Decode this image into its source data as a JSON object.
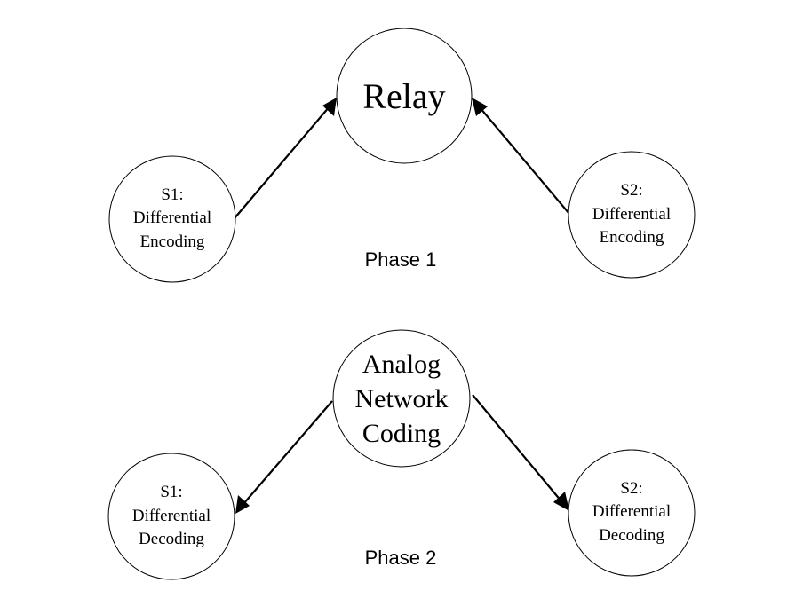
{
  "phase1": {
    "relay": {
      "label": "Relay"
    },
    "s1": {
      "lines": [
        "S1:",
        "Differential",
        "Encoding"
      ]
    },
    "s2": {
      "lines": [
        "S2:",
        "Differential",
        "Encoding"
      ]
    },
    "caption": "Phase 1"
  },
  "phase2": {
    "anc": {
      "lines": [
        "Analog",
        "Network",
        "Coding"
      ]
    },
    "s1": {
      "lines": [
        "S1:",
        "Differential",
        "Decoding"
      ]
    },
    "s2": {
      "lines": [
        "S2:",
        "Differential",
        "Decoding"
      ]
    },
    "caption": "Phase 2"
  },
  "colors": {
    "stroke": "#000000",
    "background": "#ffffff"
  }
}
